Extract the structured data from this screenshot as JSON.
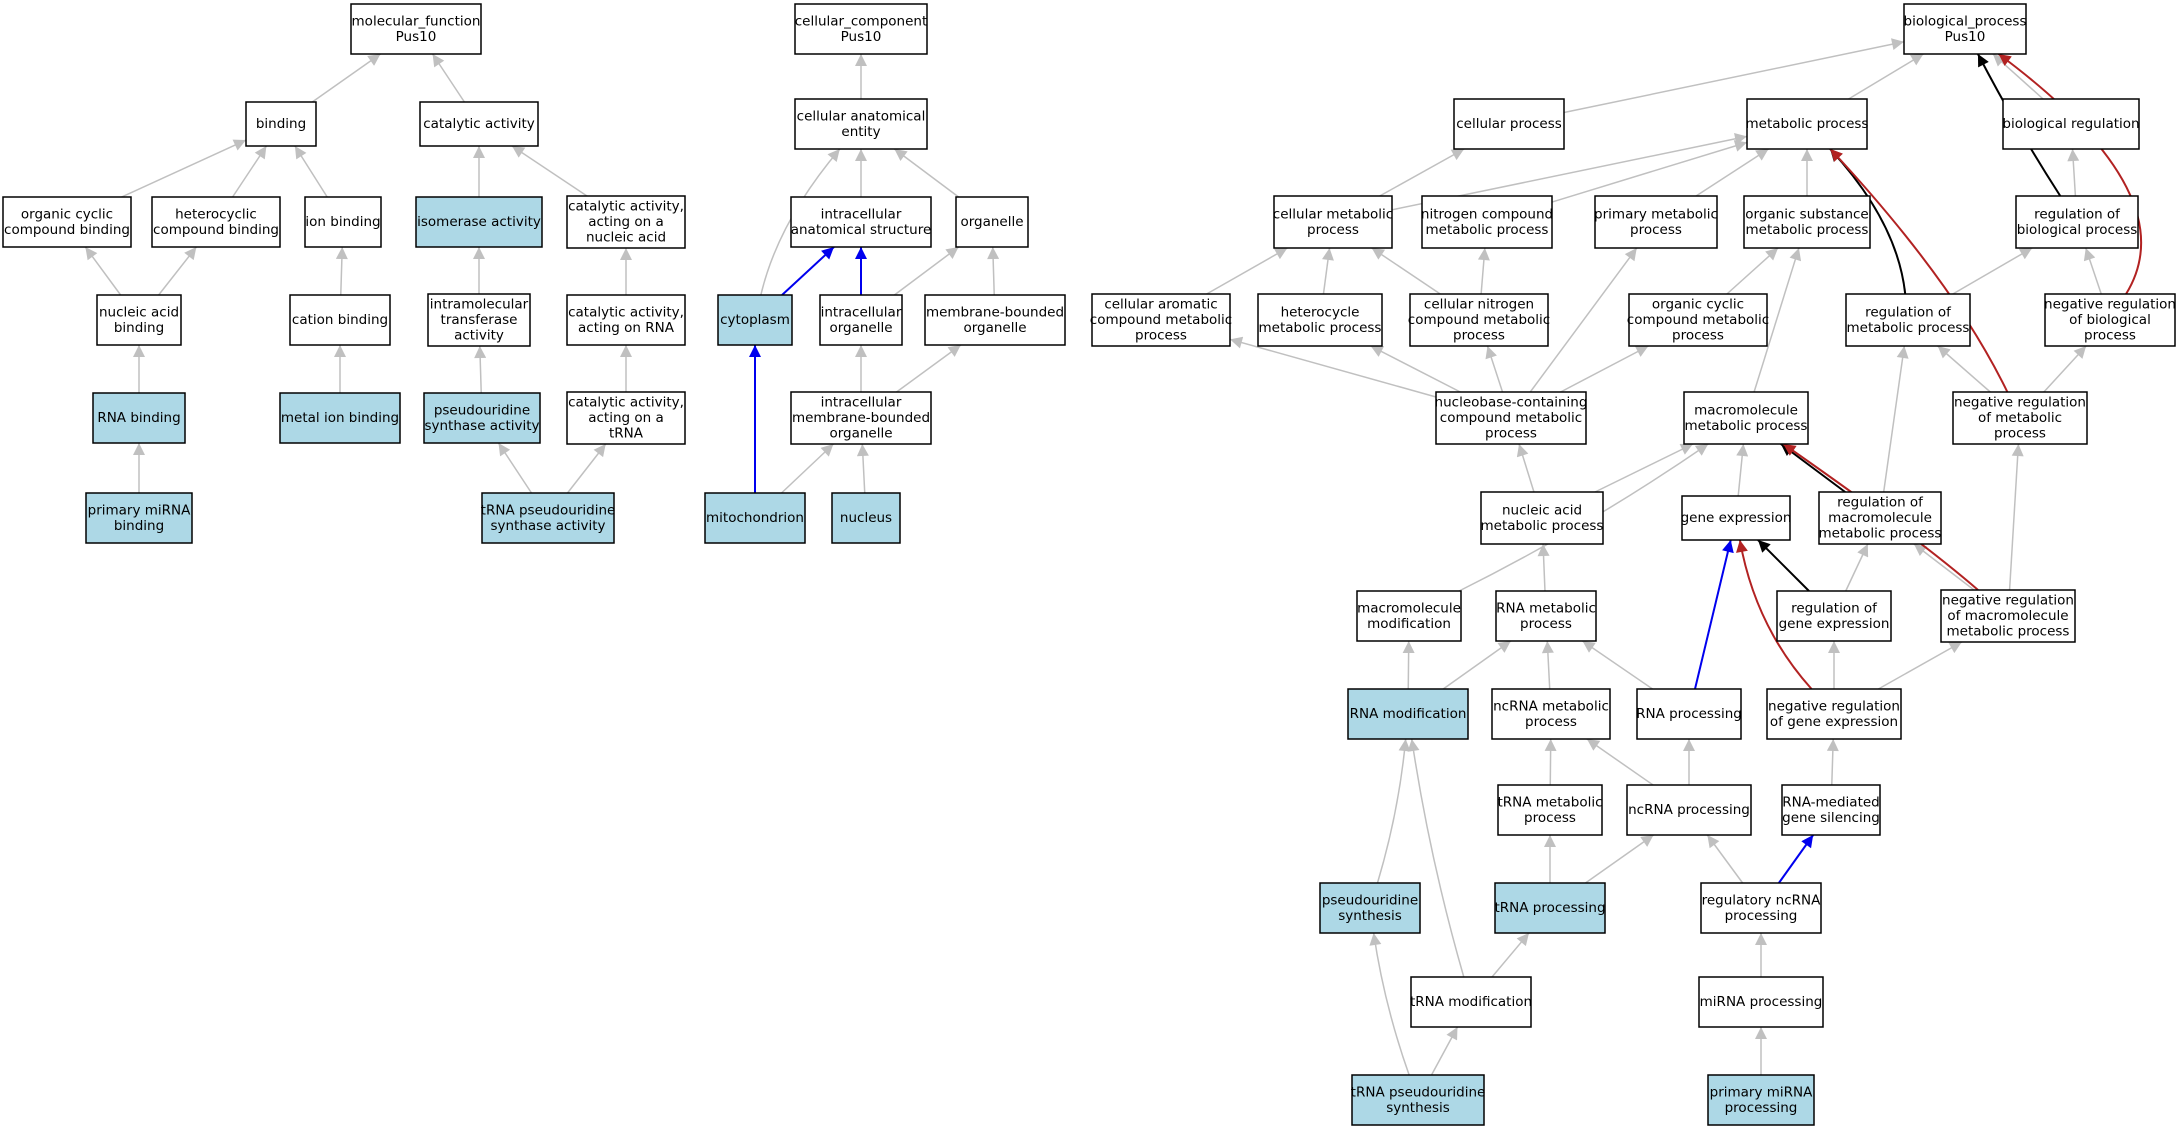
{
  "colors": {
    "annotated_fill": "#add8e6",
    "plain_fill": "#ffffff",
    "edge_grey": "#c0c0c0",
    "edge_black": "#000000",
    "edge_blue": "#0000ee",
    "edge_red": "#b22222"
  },
  "nodes": [
    {
      "id": "mf",
      "lines": [
        "molecular_function",
        "Pus10"
      ],
      "highlight": false
    },
    {
      "id": "binding",
      "lines": [
        "binding"
      ],
      "highlight": false
    },
    {
      "id": "catalytic",
      "lines": [
        "catalytic activity"
      ],
      "highlight": false
    },
    {
      "id": "org_cyclic_binding",
      "lines": [
        "organic cyclic",
        "compound binding"
      ],
      "highlight": false
    },
    {
      "id": "hetero_binding",
      "lines": [
        "heterocyclic",
        "compound binding"
      ],
      "highlight": false
    },
    {
      "id": "ion_binding",
      "lines": [
        "ion binding"
      ],
      "highlight": false
    },
    {
      "id": "isomerase",
      "lines": [
        "isomerase activity"
      ],
      "highlight": true
    },
    {
      "id": "cat_nucleic",
      "lines": [
        "catalytic activity,",
        "acting on a",
        "nucleic acid"
      ],
      "highlight": false
    },
    {
      "id": "nucleic_binding",
      "lines": [
        "nucleic acid",
        "binding"
      ],
      "highlight": false
    },
    {
      "id": "cation_binding",
      "lines": [
        "cation binding"
      ],
      "highlight": false
    },
    {
      "id": "intramolecular",
      "lines": [
        "intramolecular",
        "transferase",
        "activity"
      ],
      "highlight": false
    },
    {
      "id": "cat_rna",
      "lines": [
        "catalytic activity,",
        "acting on RNA"
      ],
      "highlight": false
    },
    {
      "id": "rna_binding",
      "lines": [
        "RNA binding"
      ],
      "highlight": true
    },
    {
      "id": "metal_binding",
      "lines": [
        "metal ion binding"
      ],
      "highlight": true
    },
    {
      "id": "pseudo_synthase",
      "lines": [
        "pseudouridine",
        "synthase activity"
      ],
      "highlight": true
    },
    {
      "id": "cat_trna",
      "lines": [
        "catalytic activity,",
        "acting on a",
        "tRNA"
      ],
      "highlight": false
    },
    {
      "id": "mirna_binding",
      "lines": [
        "primary miRNA",
        "binding"
      ],
      "highlight": true
    },
    {
      "id": "trna_pseudo_synthase",
      "lines": [
        "tRNA pseudouridine",
        "synthase activity"
      ],
      "highlight": true
    },
    {
      "id": "cc",
      "lines": [
        "cellular_component",
        "Pus10"
      ],
      "highlight": false
    },
    {
      "id": "cae",
      "lines": [
        "cellular anatomical",
        "entity"
      ],
      "highlight": false
    },
    {
      "id": "ias",
      "lines": [
        "intracellular",
        "anatomical structure"
      ],
      "highlight": false
    },
    {
      "id": "organelle",
      "lines": [
        "organelle"
      ],
      "highlight": false
    },
    {
      "id": "cytoplasm",
      "lines": [
        "cytoplasm"
      ],
      "highlight": true
    },
    {
      "id": "intra_org",
      "lines": [
        "intracellular",
        "organelle"
      ],
      "highlight": false
    },
    {
      "id": "mbo",
      "lines": [
        "membrane-bounded",
        "organelle"
      ],
      "highlight": false
    },
    {
      "id": "imbo",
      "lines": [
        "intracellular",
        "membrane-bounded",
        "organelle"
      ],
      "highlight": false
    },
    {
      "id": "mito",
      "lines": [
        "mitochondrion"
      ],
      "highlight": true
    },
    {
      "id": "nucleus",
      "lines": [
        "nucleus"
      ],
      "highlight": true
    },
    {
      "id": "bp",
      "lines": [
        "biological_process",
        "Pus10"
      ],
      "highlight": false
    },
    {
      "id": "cellular_process",
      "lines": [
        "cellular process"
      ],
      "highlight": false
    },
    {
      "id": "metabolic",
      "lines": [
        "metabolic process"
      ],
      "highlight": false
    },
    {
      "id": "bio_reg",
      "lines": [
        "biological regulation"
      ],
      "highlight": false
    },
    {
      "id": "cell_metab",
      "lines": [
        "cellular metabolic",
        "process"
      ],
      "highlight": false
    },
    {
      "id": "nitrogen_metab",
      "lines": [
        "nitrogen compound",
        "metabolic process"
      ],
      "highlight": false
    },
    {
      "id": "primary_metab",
      "lines": [
        "primary metabolic",
        "process"
      ],
      "highlight": false
    },
    {
      "id": "org_subst",
      "lines": [
        "organic substance",
        "metabolic process"
      ],
      "highlight": false
    },
    {
      "id": "reg_bio",
      "lines": [
        "regulation of",
        "biological process"
      ],
      "highlight": false
    },
    {
      "id": "cell_arom",
      "lines": [
        "cellular aromatic",
        "compound metabolic",
        "process"
      ],
      "highlight": false
    },
    {
      "id": "hetero_metab",
      "lines": [
        "heterocycle",
        "metabolic process"
      ],
      "highlight": false
    },
    {
      "id": "cell_nitrogen",
      "lines": [
        "cellular nitrogen",
        "compound metabolic",
        "process"
      ],
      "highlight": false
    },
    {
      "id": "org_cyclic_metab",
      "lines": [
        "organic cyclic",
        "compound metabolic",
        "process"
      ],
      "highlight": false
    },
    {
      "id": "reg_metab",
      "lines": [
        "regulation of",
        "metabolic process"
      ],
      "highlight": false
    },
    {
      "id": "neg_reg_bio",
      "lines": [
        "negative regulation",
        "of biological",
        "process"
      ],
      "highlight": false
    },
    {
      "id": "nucleobase",
      "lines": [
        "nucleobase-containing",
        "compound metabolic",
        "process"
      ],
      "highlight": false
    },
    {
      "id": "macro_metab",
      "lines": [
        "macromolecule",
        "metabolic process"
      ],
      "highlight": false
    },
    {
      "id": "neg_reg_metab",
      "lines": [
        "negative regulation",
        "of metabolic",
        "process"
      ],
      "highlight": false
    },
    {
      "id": "nucleic_metab",
      "lines": [
        "nucleic acid",
        "metabolic process"
      ],
      "highlight": false
    },
    {
      "id": "gene_expr",
      "lines": [
        "gene expression"
      ],
      "highlight": false
    },
    {
      "id": "reg_macro",
      "lines": [
        "regulation of",
        "macromolecule",
        "metabolic process"
      ],
      "highlight": false
    },
    {
      "id": "macro_mod",
      "lines": [
        "macromolecule",
        "modification"
      ],
      "highlight": false
    },
    {
      "id": "rna_metab",
      "lines": [
        "RNA metabolic",
        "process"
      ],
      "highlight": false
    },
    {
      "id": "reg_gene",
      "lines": [
        "regulation of",
        "gene expression"
      ],
      "highlight": false
    },
    {
      "id": "neg_reg_macro",
      "lines": [
        "negative regulation",
        "of macromolecule",
        "metabolic process"
      ],
      "highlight": false
    },
    {
      "id": "rna_mod",
      "lines": [
        "RNA modification"
      ],
      "highlight": true
    },
    {
      "id": "ncrna_metab",
      "lines": [
        "ncRNA metabolic",
        "process"
      ],
      "highlight": false
    },
    {
      "id": "rna_proc",
      "lines": [
        "RNA processing"
      ],
      "highlight": false
    },
    {
      "id": "neg_reg_gene",
      "lines": [
        "negative regulation",
        "of gene expression"
      ],
      "highlight": false
    },
    {
      "id": "trna_metab",
      "lines": [
        "tRNA metabolic",
        "process"
      ],
      "highlight": false
    },
    {
      "id": "ncrna_proc",
      "lines": [
        "ncRNA processing"
      ],
      "highlight": false
    },
    {
      "id": "rna_silencing",
      "lines": [
        "RNA-mediated",
        "gene silencing"
      ],
      "highlight": false
    },
    {
      "id": "pseudo_synth",
      "lines": [
        "pseudouridine",
        "synthesis"
      ],
      "highlight": true
    },
    {
      "id": "trna_proc",
      "lines": [
        "tRNA processing"
      ],
      "highlight": true
    },
    {
      "id": "reg_ncrna",
      "lines": [
        "regulatory ncRNA",
        "processing"
      ],
      "highlight": false
    },
    {
      "id": "trna_mod",
      "lines": [
        "tRNA modification"
      ],
      "highlight": false
    },
    {
      "id": "mirna_proc",
      "lines": [
        "miRNA processing"
      ],
      "highlight": false
    },
    {
      "id": "trna_pseudo_synth",
      "lines": [
        "tRNA pseudouridine",
        "synthesis"
      ],
      "highlight": true
    },
    {
      "id": "pri_mirna_proc",
      "lines": [
        "primary miRNA",
        "processing"
      ],
      "highlight": true
    }
  ],
  "edges": [
    {
      "from": "binding",
      "to": "mf",
      "kind": "grey"
    },
    {
      "from": "catalytic",
      "to": "mf",
      "kind": "grey"
    },
    {
      "from": "org_cyclic_binding",
      "to": "binding",
      "kind": "grey"
    },
    {
      "from": "hetero_binding",
      "to": "binding",
      "kind": "grey"
    },
    {
      "from": "ion_binding",
      "to": "binding",
      "kind": "grey"
    },
    {
      "from": "isomerase",
      "to": "catalytic",
      "kind": "grey"
    },
    {
      "from": "cat_nucleic",
      "to": "catalytic",
      "kind": "grey"
    },
    {
      "from": "nucleic_binding",
      "to": "org_cyclic_binding",
      "kind": "grey"
    },
    {
      "from": "nucleic_binding",
      "to": "hetero_binding",
      "kind": "grey"
    },
    {
      "from": "cation_binding",
      "to": "ion_binding",
      "kind": "grey"
    },
    {
      "from": "intramolecular",
      "to": "isomerase",
      "kind": "grey"
    },
    {
      "from": "cat_rna",
      "to": "cat_nucleic",
      "kind": "grey"
    },
    {
      "from": "rna_binding",
      "to": "nucleic_binding",
      "kind": "grey"
    },
    {
      "from": "metal_binding",
      "to": "cation_binding",
      "kind": "grey"
    },
    {
      "from": "pseudo_synthase",
      "to": "intramolecular",
      "kind": "grey"
    },
    {
      "from": "cat_trna",
      "to": "cat_rna",
      "kind": "grey"
    },
    {
      "from": "mirna_binding",
      "to": "rna_binding",
      "kind": "grey"
    },
    {
      "from": "trna_pseudo_synthase",
      "to": "pseudo_synthase",
      "kind": "grey"
    },
    {
      "from": "trna_pseudo_synthase",
      "to": "cat_trna",
      "kind": "grey"
    },
    {
      "from": "cae",
      "to": "cc",
      "kind": "grey"
    },
    {
      "from": "ias",
      "to": "cae",
      "kind": "grey"
    },
    {
      "from": "organelle",
      "to": "cae",
      "kind": "grey"
    },
    {
      "from": "cytoplasm",
      "to": "cae",
      "kind": "grey"
    },
    {
      "from": "cytoplasm",
      "to": "ias",
      "kind": "blue"
    },
    {
      "from": "intra_org",
      "to": "ias",
      "kind": "blue"
    },
    {
      "from": "intra_org",
      "to": "organelle",
      "kind": "grey"
    },
    {
      "from": "mbo",
      "to": "organelle",
      "kind": "grey"
    },
    {
      "from": "imbo",
      "to": "intra_org",
      "kind": "grey"
    },
    {
      "from": "imbo",
      "to": "mbo",
      "kind": "grey"
    },
    {
      "from": "mito",
      "to": "cytoplasm",
      "kind": "blue"
    },
    {
      "from": "mito",
      "to": "imbo",
      "kind": "grey"
    },
    {
      "from": "nucleus",
      "to": "imbo",
      "kind": "grey"
    },
    {
      "from": "cellular_process",
      "to": "bp",
      "kind": "grey"
    },
    {
      "from": "metabolic",
      "to": "bp",
      "kind": "grey"
    },
    {
      "from": "bio_reg",
      "to": "bp",
      "kind": "grey"
    },
    {
      "from": "reg_bio",
      "to": "bp",
      "kind": "black"
    },
    {
      "from": "neg_reg_bio",
      "to": "bp",
      "kind": "red"
    },
    {
      "from": "cell_metab",
      "to": "cellular_process",
      "kind": "grey"
    },
    {
      "from": "cell_metab",
      "to": "metabolic",
      "kind": "grey"
    },
    {
      "from": "nitrogen_metab",
      "to": "metabolic",
      "kind": "grey"
    },
    {
      "from": "primary_metab",
      "to": "metabolic",
      "kind": "grey"
    },
    {
      "from": "org_subst",
      "to": "metabolic",
      "kind": "grey"
    },
    {
      "from": "reg_bio",
      "to": "bio_reg",
      "kind": "grey"
    },
    {
      "from": "cell_arom",
      "to": "cell_metab",
      "kind": "grey"
    },
    {
      "from": "hetero_metab",
      "to": "cell_metab",
      "kind": "grey"
    },
    {
      "from": "cell_nitrogen",
      "to": "cell_metab",
      "kind": "grey"
    },
    {
      "from": "cell_nitrogen",
      "to": "nitrogen_metab",
      "kind": "grey"
    },
    {
      "from": "org_cyclic_metab",
      "to": "org_subst",
      "kind": "grey"
    },
    {
      "from": "reg_metab",
      "to": "metabolic",
      "kind": "black"
    },
    {
      "from": "reg_metab",
      "to": "reg_bio",
      "kind": "grey"
    },
    {
      "from": "neg_reg_bio",
      "to": "reg_bio",
      "kind": "grey"
    },
    {
      "from": "nucleobase",
      "to": "cell_arom",
      "kind": "grey"
    },
    {
      "from": "nucleobase",
      "to": "hetero_metab",
      "kind": "grey"
    },
    {
      "from": "nucleobase",
      "to": "cell_nitrogen",
      "kind": "grey"
    },
    {
      "from": "nucleobase",
      "to": "org_cyclic_metab",
      "kind": "grey"
    },
    {
      "from": "nucleobase",
      "to": "primary_metab",
      "kind": "grey"
    },
    {
      "from": "macro_metab",
      "to": "org_subst",
      "kind": "grey"
    },
    {
      "from": "neg_reg_metab",
      "to": "reg_metab",
      "kind": "grey"
    },
    {
      "from": "neg_reg_metab",
      "to": "neg_reg_bio",
      "kind": "grey"
    },
    {
      "from": "neg_reg_metab",
      "to": "metabolic",
      "kind": "red"
    },
    {
      "from": "nucleic_metab",
      "to": "nucleobase",
      "kind": "grey"
    },
    {
      "from": "nucleic_metab",
      "to": "macro_metab",
      "kind": "grey"
    },
    {
      "from": "gene_expr",
      "to": "macro_metab",
      "kind": "grey"
    },
    {
      "from": "reg_macro",
      "to": "macro_metab",
      "kind": "black"
    },
    {
      "from": "reg_macro",
      "to": "reg_metab",
      "kind": "grey"
    },
    {
      "from": "macro_mod",
      "to": "macro_metab",
      "kind": "grey"
    },
    {
      "from": "rna_metab",
      "to": "nucleic_metab",
      "kind": "grey"
    },
    {
      "from": "reg_gene",
      "to": "gene_expr",
      "kind": "black"
    },
    {
      "from": "reg_gene",
      "to": "reg_macro",
      "kind": "grey"
    },
    {
      "from": "neg_reg_macro",
      "to": "reg_macro",
      "kind": "grey"
    },
    {
      "from": "neg_reg_macro",
      "to": "neg_reg_metab",
      "kind": "grey"
    },
    {
      "from": "neg_reg_macro",
      "to": "macro_metab",
      "kind": "red"
    },
    {
      "from": "rna_mod",
      "to": "macro_mod",
      "kind": "grey"
    },
    {
      "from": "rna_mod",
      "to": "rna_metab",
      "kind": "grey"
    },
    {
      "from": "ncrna_metab",
      "to": "rna_metab",
      "kind": "grey"
    },
    {
      "from": "rna_proc",
      "to": "rna_metab",
      "kind": "grey"
    },
    {
      "from": "rna_proc",
      "to": "gene_expr",
      "kind": "blue"
    },
    {
      "from": "neg_reg_gene",
      "to": "reg_gene",
      "kind": "grey"
    },
    {
      "from": "neg_reg_gene",
      "to": "neg_reg_macro",
      "kind": "grey"
    },
    {
      "from": "neg_reg_gene",
      "to": "gene_expr",
      "kind": "red"
    },
    {
      "from": "trna_metab",
      "to": "ncrna_metab",
      "kind": "grey"
    },
    {
      "from": "ncrna_proc",
      "to": "ncrna_metab",
      "kind": "grey"
    },
    {
      "from": "ncrna_proc",
      "to": "rna_proc",
      "kind": "grey"
    },
    {
      "from": "rna_silencing",
      "to": "neg_reg_gene",
      "kind": "grey"
    },
    {
      "from": "pseudo_synth",
      "to": "rna_mod",
      "kind": "grey"
    },
    {
      "from": "trna_proc",
      "to": "trna_metab",
      "kind": "grey"
    },
    {
      "from": "trna_proc",
      "to": "ncrna_proc",
      "kind": "grey"
    },
    {
      "from": "reg_ncrna",
      "to": "ncrna_proc",
      "kind": "grey"
    },
    {
      "from": "reg_ncrna",
      "to": "rna_silencing",
      "kind": "blue"
    },
    {
      "from": "trna_mod",
      "to": "trna_proc",
      "kind": "grey"
    },
    {
      "from": "trna_mod",
      "to": "rna_mod",
      "kind": "grey"
    },
    {
      "from": "mirna_proc",
      "to": "reg_ncrna",
      "kind": "grey"
    },
    {
      "from": "trna_pseudo_synth",
      "to": "pseudo_synth",
      "kind": "grey"
    },
    {
      "from": "trna_pseudo_synth",
      "to": "trna_mod",
      "kind": "grey"
    },
    {
      "from": "pri_mirna_proc",
      "to": "mirna_proc",
      "kind": "grey"
    }
  ]
}
